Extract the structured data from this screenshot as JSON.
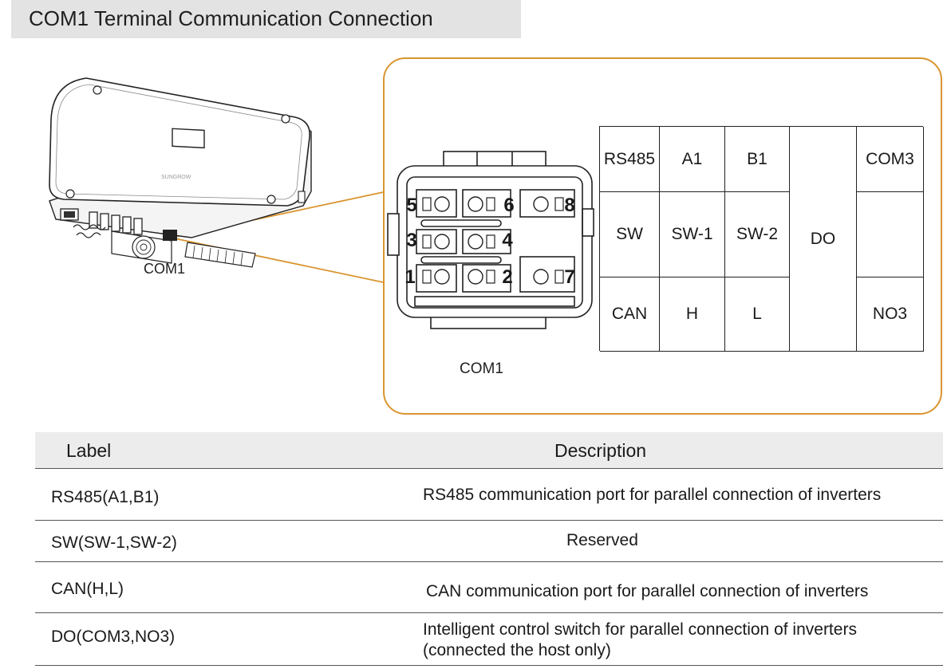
{
  "title": "COM1 Terminal Communication Connection",
  "inverter": {
    "brand_text": "SUNGROW",
    "port_label": "COM1"
  },
  "connector": {
    "label": "COM1",
    "pins": [
      "1",
      "2",
      "3",
      "4",
      "5",
      "6",
      "7",
      "8"
    ]
  },
  "pin_table": {
    "rows": [
      [
        "RS485",
        "A1",
        "B1",
        "COM3"
      ],
      [
        "SW",
        "SW-1",
        "SW-2"
      ],
      [
        "CAN",
        "H",
        "L",
        "NO3"
      ]
    ],
    "merged": "DO"
  },
  "desc_table": {
    "headers": [
      "Label",
      "Description"
    ],
    "rows": [
      {
        "label": "RS485(A1,B1)",
        "description": "RS485 communication port for parallel connection of inverters"
      },
      {
        "label": "SW(SW-1,SW-2)",
        "description": "Reserved"
      },
      {
        "label": "CAN(H,L)",
        "description": "CAN communication port for parallel connection of inverters"
      },
      {
        "label": "DO(COM3,NO3)",
        "description": "Intelligent control switch for parallel connection of inverters",
        "description_line2": "(connected the host only)"
      }
    ]
  },
  "colors": {
    "accent": "#d9952f",
    "header_bg": "#e3e3e3",
    "table_header_bg": "#ececec"
  }
}
